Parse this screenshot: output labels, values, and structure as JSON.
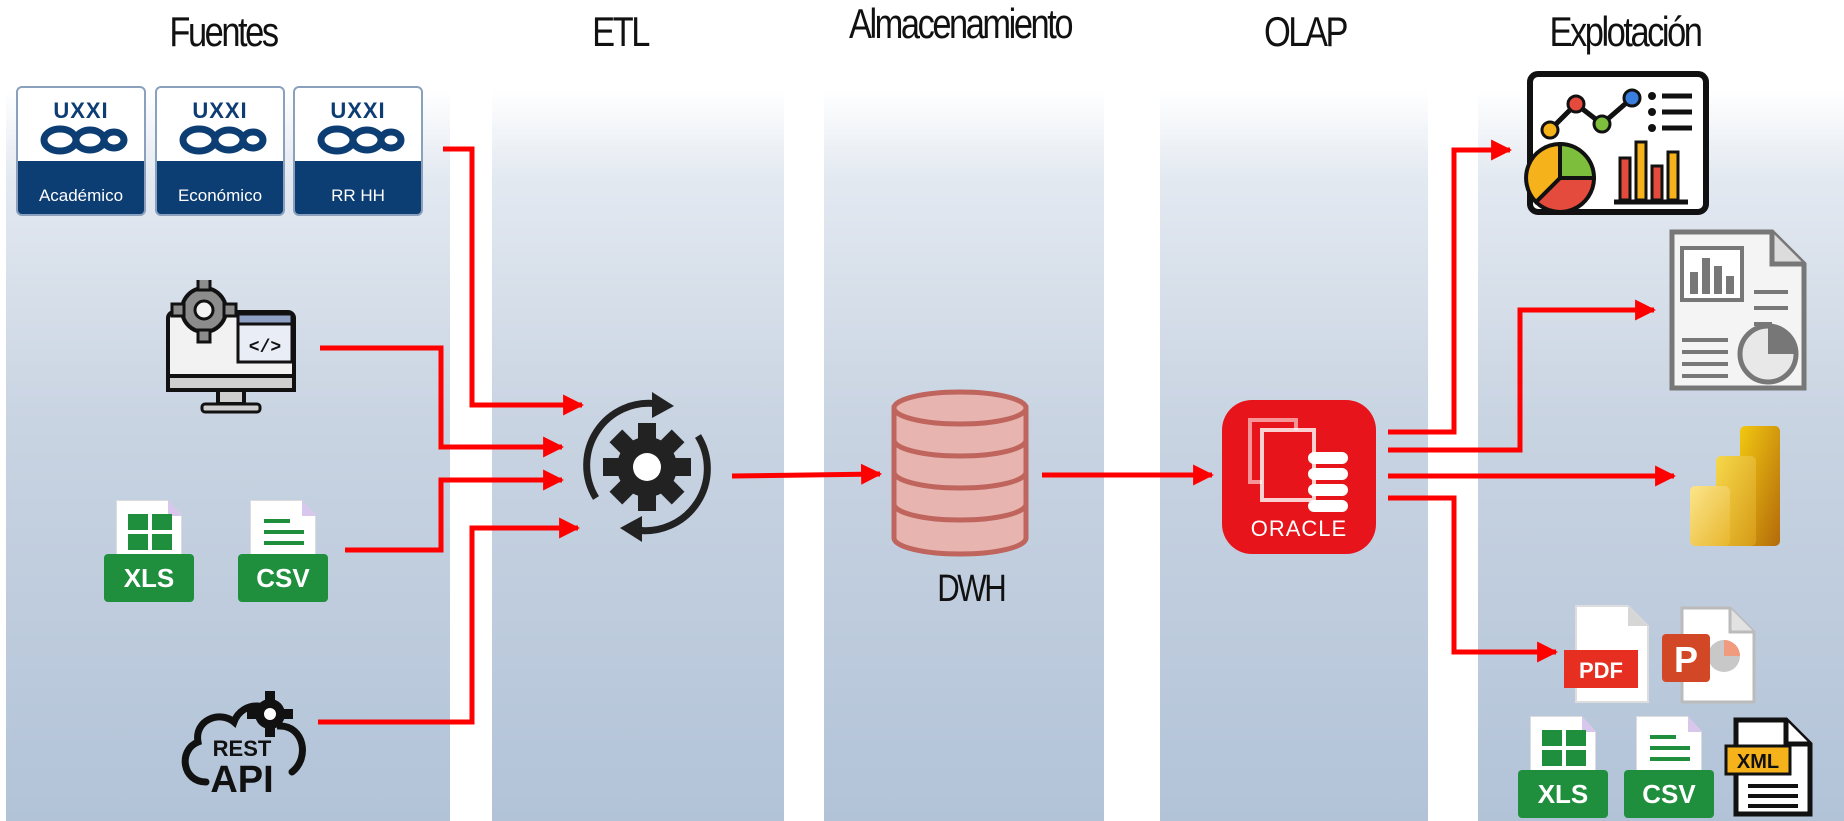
{
  "headers": {
    "sources": "Fuentes",
    "etl": "ETL",
    "storage": "Almacenamiento",
    "olap": "OLAP",
    "exploitation": "Explotación"
  },
  "uxxi": {
    "brand": "UXXI",
    "modules": [
      "Académico",
      "Económico",
      "RR HH"
    ]
  },
  "source_files": {
    "xls": "XLS",
    "csv": "CSV"
  },
  "rest_api": {
    "top": "REST",
    "bottom": "API"
  },
  "dwh_label": "DWH",
  "oracle_label": "ORACLE",
  "output_files": {
    "pdf": "PDF",
    "ppt": "P",
    "xls": "XLS",
    "csv": "CSV",
    "xml": "XML"
  },
  "colors": {
    "arrow": "#ff0000",
    "column_bottom": "#b2c3d8",
    "uxxi_blue": "#0c3d73",
    "oracle_red": "#e8141c",
    "sheet_green": "#1f8f3e"
  }
}
